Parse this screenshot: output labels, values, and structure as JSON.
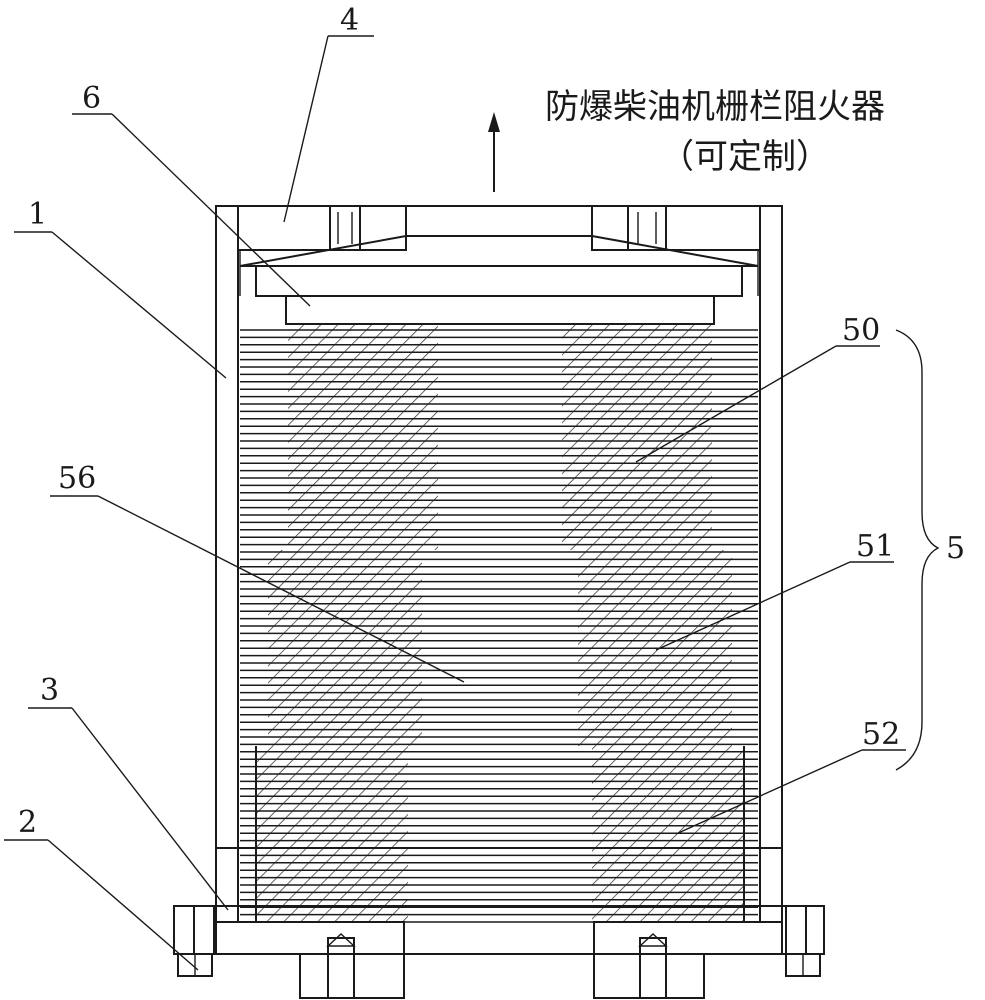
{
  "title": {
    "line1": "防爆柴油机栅栏阻火器",
    "line2": "（可定制）"
  },
  "labels": {
    "l1": "1",
    "l2": "2",
    "l3": "3",
    "l4": "4",
    "l5": "5",
    "l6": "6",
    "l50": "50",
    "l51": "51",
    "l52": "52",
    "l56": "56"
  },
  "colors": {
    "ink": "#1a1a1a",
    "background": "#ffffff"
  }
}
